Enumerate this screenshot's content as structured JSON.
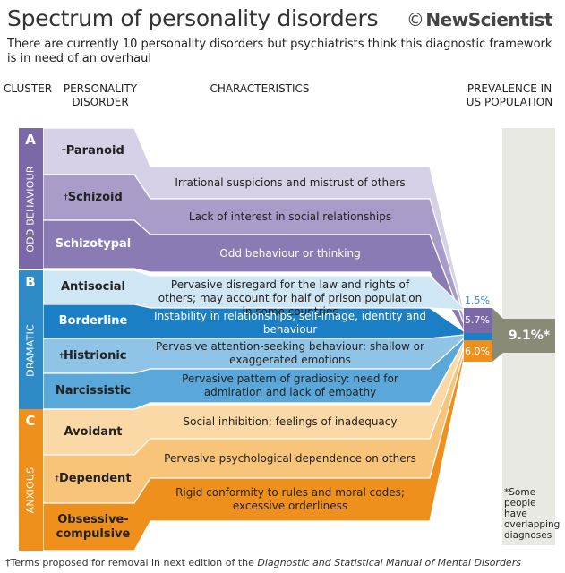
{
  "title": "Spectrum of personality disorders",
  "brand": {
    "symbol": "©",
    "name": "NewScientist"
  },
  "subtitle": "There are currently 10 personality disorders but psychiatrists think this diagnostic framework is in need of an overhaul",
  "headers": {
    "cluster": "CLUSTER",
    "disorder": "PERSONALITY DISORDER",
    "characteristics": "CHARACTERISTICS",
    "prevalence": "PREVALENCE IN US POPULATION"
  },
  "clusters": [
    {
      "letter": "A",
      "name": "ODD BEHAVIOUR",
      "color": "#7b68a6",
      "prevalence": "",
      "disorders": [
        {
          "mark": "†",
          "name": "Paranoid",
          "characteristic": "Irrational suspicions and mistrust of others"
        },
        {
          "mark": "†",
          "name": "Schizoid",
          "characteristic": "Lack of interest in social relationships"
        },
        {
          "mark": "",
          "name": "Schizotypal",
          "characteristic": "Odd behaviour or thinking"
        }
      ]
    },
    {
      "letter": "B",
      "name": "DRAMATIC",
      "color": "#2e8bc8",
      "prevalence": "1.5%",
      "disorders": [
        {
          "mark": "",
          "name": "Antisocial",
          "characteristic": "Pervasive disregard for the law and rights of others; may account for half of prison population in some countries"
        },
        {
          "mark": "",
          "name": "Borderline",
          "characteristic": "Instability in relationships, self-image, identity and behaviour"
        },
        {
          "mark": "†",
          "name": "Histrionic",
          "characteristic": "Pervasive attention-seeking behaviour: shallow or exaggerated emotions"
        },
        {
          "mark": "",
          "name": "Narcissistic",
          "characteristic": "Pervasive pattern of gradiosity: need for admiration and lack of empathy"
        }
      ]
    },
    {
      "letter": "C",
      "name": "ANXIOUS",
      "color": "#f0901c",
      "prevalence": "6.0%",
      "disorders": [
        {
          "mark": "",
          "name": "Avoidant",
          "characteristic": "Social inhibition; feelings of inadequacy"
        },
        {
          "mark": "†",
          "name": "Dependent",
          "characteristic": "Pervasive psychological dependence on others"
        },
        {
          "mark": "",
          "name": "Obsessive-compulsive",
          "characteristic": "Rigid conformity to rules and moral codes; excessive orderliness"
        }
      ]
    }
  ],
  "prevalence_a": "5.7%",
  "total": "9.1%*",
  "note": "*Some people have overlapping diagnoses",
  "footer": {
    "mark": "†",
    "text": "Terms proposed for removal in next edition of the ",
    "source": "Diagnostic and Statistical Manual of Mental Disorders"
  },
  "colors": {
    "cluster_a": [
      "#d6d1e6",
      "#a99cc8",
      "#8a7bb5"
    ],
    "cluster_b": [
      "#cfe6f4",
      "#1a7fc4",
      "#8fc4e6",
      "#5aa8da"
    ],
    "cluster_c": [
      "#fbd9a6",
      "#f8c47a",
      "#f4ab4b",
      "#f0901c"
    ],
    "total_gray": "#8a8b76",
    "column_gray": "#e9e9e4"
  }
}
